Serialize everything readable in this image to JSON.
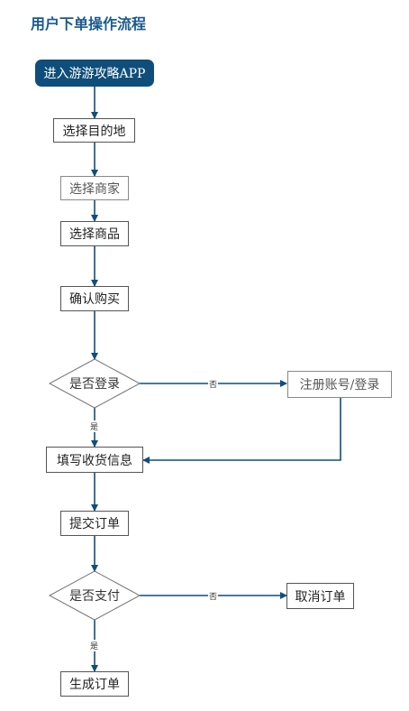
{
  "title": "用户下单操作流程",
  "colors": {
    "accent": "#0f4e7a",
    "line": "#0f4e7a",
    "border": "#555555"
  },
  "nodes": {
    "start": "进入游游攻略APP",
    "choose_destination": "选择目的地",
    "choose_merchant": "选择商家",
    "choose_product": "选择商品",
    "confirm_purchase": "确认购买",
    "is_logged_in": "是否登录",
    "register_login": "注册账号/登录",
    "fill_shipping_info": "填写收货信息",
    "submit_order": "提交订单",
    "is_paid": "是否支付",
    "cancel_order": "取消订单",
    "create_order": "生成订单"
  },
  "edges": {
    "login_no": "否",
    "login_yes": "是",
    "pay_no": "否",
    "pay_yes": "是"
  }
}
